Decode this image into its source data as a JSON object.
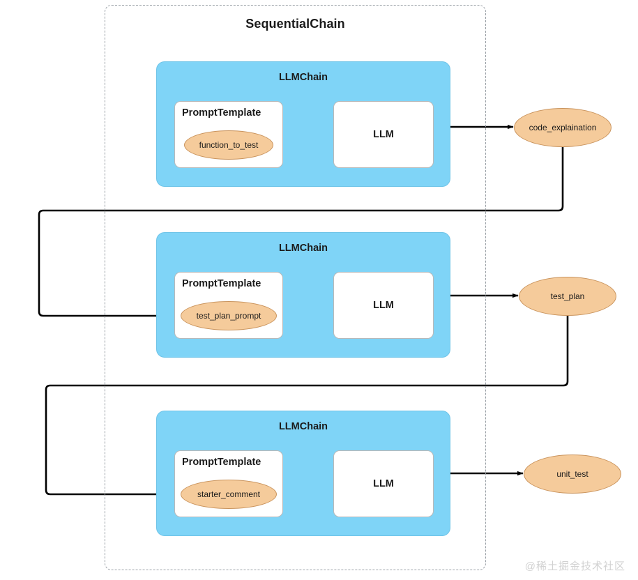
{
  "diagram": {
    "container": {
      "label": "SequentialChain"
    },
    "rows": [
      {
        "chain_label": "LLMChain",
        "prompt_label": "PromptTemplate",
        "variable": "function_to_test",
        "llm_label": "LLM",
        "output": "code_explaination"
      },
      {
        "chain_label": "LLMChain",
        "prompt_label": "PromptTemplate",
        "variable": "test_plan_prompt",
        "llm_label": "LLM",
        "output": "test_plan"
      },
      {
        "chain_label": "LLMChain",
        "prompt_label": "PromptTemplate",
        "variable": "starter_comment",
        "llm_label": "LLM",
        "output": "unit_test"
      }
    ],
    "watermark": "@稀土掘金技术社区",
    "colors": {
      "chain_fill": "#7FD4F7",
      "ellipse_fill": "#F5CB9B",
      "ellipse_stroke": "#c9935c",
      "card_fill": "#ffffff",
      "card_stroke": "#b9b9b9",
      "container_stroke": "#9aa0a6",
      "arrow": "#000000",
      "watermark": "#d2d2d2"
    }
  }
}
